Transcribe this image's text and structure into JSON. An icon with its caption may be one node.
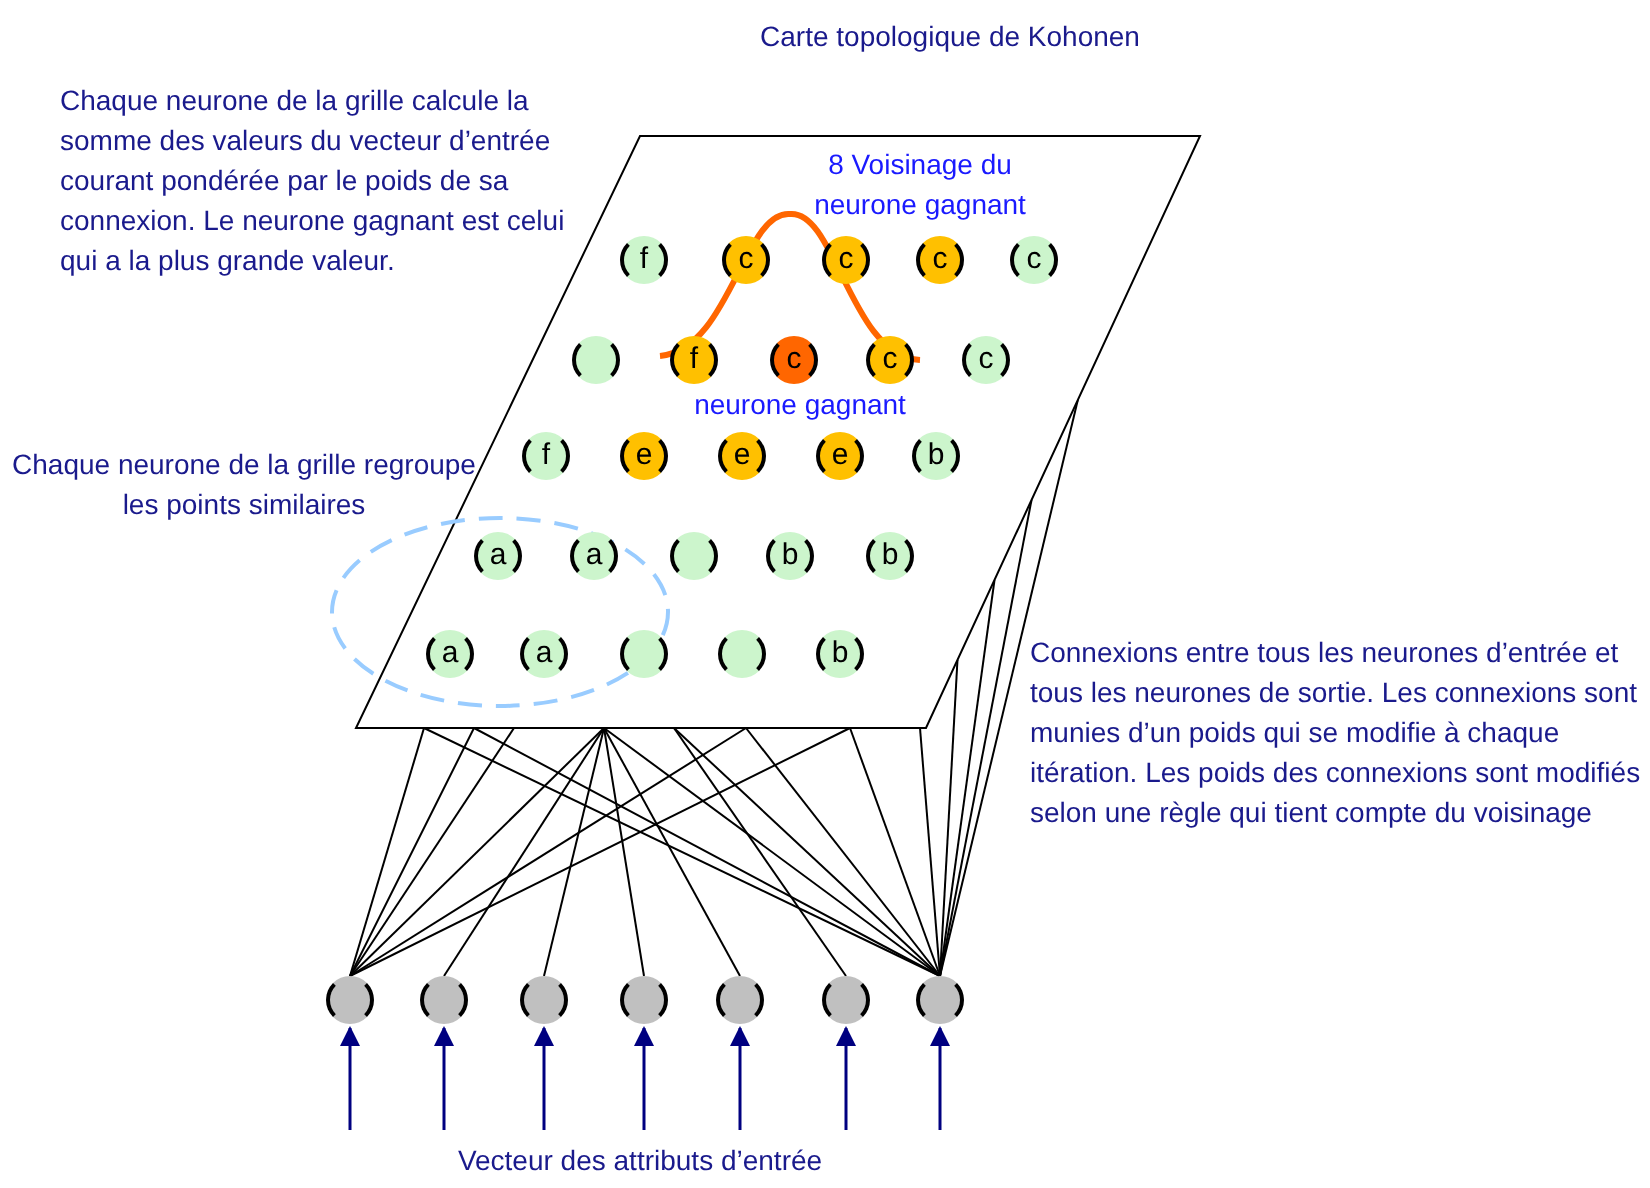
{
  "diagram": {
    "title": "Carte topologique de Kohonen",
    "caption": "Vecteur des attributs d’entrée",
    "nodes": [
      {
        "text": [],
        "shape": "parallelogram"
      },
      {
        "text": [
          "f"
        ],
        "in": 0
      },
      {
        "text": [
          "c"
        ],
        "in": 0
      },
      {
        "text": [
          "c"
        ],
        "in": 0
      },
      {
        "text": [
          "c"
        ],
        "in": 0
      },
      {
        "text": [
          "c"
        ],
        "in": 0
      },
      {
        "text": [],
        "shape": "circle",
        "in": 0
      },
      {
        "text": [
          "f"
        ],
        "in": 0
      },
      {
        "text": [
          "c"
        ],
        "in": 0
      },
      {
        "text": [
          "c"
        ],
        "in": 0
      },
      {
        "text": [
          "c"
        ],
        "in": 0
      },
      {
        "text": [
          "f"
        ],
        "in": 0
      },
      {
        "text": [
          "e"
        ],
        "in": 0
      },
      {
        "text": [
          "e"
        ],
        "in": 0
      },
      {
        "text": [
          "e"
        ],
        "in": 0
      },
      {
        "text": [
          "b"
        ],
        "in": 0
      },
      {
        "text": [
          "a"
        ],
        "in": 0
      },
      {
        "text": [
          "a"
        ],
        "in": 0
      },
      {
        "text": [],
        "shape": "circle",
        "in": 0
      },
      {
        "text": [
          "b"
        ],
        "in": 0
      },
      {
        "text": [
          "b"
        ],
        "in": 0
      },
      {
        "text": [
          "a"
        ],
        "in": 0
      },
      {
        "text": [
          "a"
        ],
        "in": 0
      },
      {
        "text": [],
        "shape": "circle",
        "in": 0
      },
      {
        "text": [],
        "shape": "circle",
        "in": 0
      },
      {
        "text": [
          "b"
        ],
        "in": 0
      },
      {
        "text": [],
        "shape": "circle"
      },
      {
        "text": [],
        "shape": "circle"
      },
      {
        "text": [],
        "shape": "circle"
      },
      {
        "text": [],
        "shape": "circle"
      },
      {
        "text": [],
        "shape": "circle"
      },
      {
        "text": [],
        "shape": "circle"
      },
      {
        "text": [],
        "shape": "circle"
      }
    ],
    "edges": [
      {
        "from": 26,
        "to": 0,
        "arrow": "none"
      },
      {
        "from": 26,
        "to": 0,
        "arrow": "none"
      },
      {
        "from": 26,
        "to": 0,
        "arrow": "none"
      },
      {
        "from": 26,
        "to": 0,
        "arrow": "none"
      },
      {
        "from": 26,
        "to": 0,
        "arrow": "none"
      },
      {
        "from": 26,
        "to": 0,
        "arrow": "none"
      },
      {
        "from": 27,
        "to": 0,
        "arrow": "none"
      },
      {
        "from": 28,
        "to": 0,
        "arrow": "none"
      },
      {
        "from": 29,
        "to": 0,
        "arrow": "none"
      },
      {
        "from": 30,
        "to": 0,
        "arrow": "none"
      },
      {
        "from": 31,
        "to": 0,
        "arrow": "none"
      },
      {
        "from": 32,
        "to": 0,
        "arrow": "none"
      },
      {
        "from": 32,
        "to": 0,
        "arrow": "none"
      },
      {
        "from": 32,
        "to": 0,
        "arrow": "none"
      },
      {
        "from": 32,
        "to": 0,
        "arrow": "none"
      },
      {
        "from": 32,
        "to": 0,
        "arrow": "none"
      },
      {
        "from": 32,
        "to": 0,
        "arrow": "none"
      },
      {
        "from": 32,
        "to": 0,
        "arrow": "none"
      },
      {
        "from": 32,
        "to": 0,
        "arrow": "none"
      },
      {
        "from": 32,
        "to": 0,
        "arrow": "none"
      },
      {
        "from": 32,
        "to": 0,
        "arrow": "none"
      },
      {
        "from": 32,
        "to": 0,
        "arrow": "none"
      },
      {
        "from": null,
        "to": 26,
        "arrow": "to",
        "color": "#000080"
      },
      {
        "from": null,
        "to": 27,
        "arrow": "to",
        "color": "#000080"
      },
      {
        "from": null,
        "to": 28,
        "arrow": "to",
        "color": "#000080"
      },
      {
        "from": null,
        "to": 29,
        "arrow": "to",
        "color": "#000080"
      },
      {
        "from": null,
        "to": 30,
        "arrow": "to",
        "color": "#000080"
      },
      {
        "from": null,
        "to": 31,
        "arrow": "to",
        "color": "#000080"
      },
      {
        "from": null,
        "to": 32,
        "arrow": "to",
        "color": "#000080"
      }
    ],
    "labels": [
      "Chaque neurone de la grille calcule la somme des valeurs du vecteur d’entrée courant pondérée par le poids de sa connexion. Le neurone gagnant est celui qui a la plus grande valeur.",
      "8 Voisinage du neurone gagnant",
      "neurone gagnant",
      "Chaque neurone de la grille regroupe les points similaires",
      "Connexions entre tous les neurones d’entrée et tous les neurones de sortie. Les connexions sont munies d’un poids qui se modifie à chaque itération. Les poids des connexions sont modifiés selon une règle qui tient compte du voisinage"
    ]
  }
}
